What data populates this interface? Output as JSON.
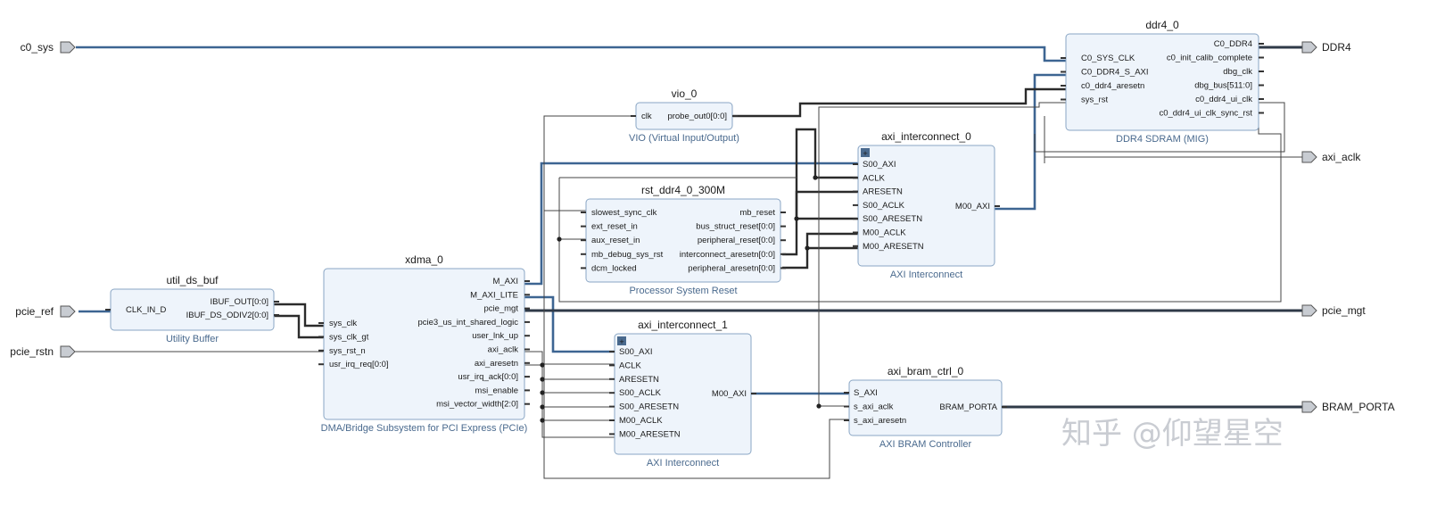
{
  "ports": [
    {
      "id": "c0_sys",
      "label": "c0_sys",
      "side": "in"
    },
    {
      "id": "pcie_ref",
      "label": "pcie_ref",
      "side": "in"
    },
    {
      "id": "pcie_rstn",
      "label": "pcie_rstn",
      "side": "in"
    },
    {
      "id": "DDR4",
      "label": "DDR4",
      "side": "out"
    },
    {
      "id": "axi_aclk",
      "label": "axi_aclk",
      "side": "out"
    },
    {
      "id": "pcie_mgt",
      "label": "pcie_mgt",
      "side": "out"
    },
    {
      "id": "BRAM_PORTA",
      "label": "BRAM_PORTA",
      "side": "out"
    }
  ],
  "blocks": [
    {
      "id": "ddr4_0",
      "title": "ddr4_0",
      "subtitle": "DDR4 SDRAM (MIG)",
      "left_pins": [
        "C0_SYS_CLK",
        "C0_DDR4_S_AXI",
        "c0_ddr4_aresetn",
        "sys_rst"
      ],
      "right_pins": [
        "C0_DDR4",
        "c0_init_calib_complete",
        "dbg_clk",
        "dbg_bus[511:0]",
        "c0_ddr4_ui_clk",
        "c0_ddr4_ui_clk_sync_rst"
      ]
    },
    {
      "id": "vio_0",
      "title": "vio_0",
      "subtitle": "VIO (Virtual Input/Output)",
      "left_pins": [
        "clk"
      ],
      "right_pins": [
        "probe_out0[0:0]"
      ]
    },
    {
      "id": "axi_interconnect_0",
      "title": "axi_interconnect_0",
      "subtitle": "AXI Interconnect",
      "left_pins": [
        "S00_AXI",
        "ACLK",
        "ARESETN",
        "S00_ACLK",
        "S00_ARESETN",
        "M00_ACLK",
        "M00_ARESETN"
      ],
      "right_pins": [
        "M00_AXI"
      ]
    },
    {
      "id": "rst_ddr4_0_300M",
      "title": "rst_ddr4_0_300M",
      "subtitle": "Processor System Reset",
      "left_pins": [
        "slowest_sync_clk",
        "ext_reset_in",
        "aux_reset_in",
        "mb_debug_sys_rst",
        "dcm_locked"
      ],
      "right_pins": [
        "mb_reset",
        "bus_struct_reset[0:0]",
        "peripheral_reset[0:0]",
        "interconnect_aresetn[0:0]",
        "peripheral_aresetn[0:0]"
      ]
    },
    {
      "id": "util_ds_buf",
      "title": "util_ds_buf",
      "subtitle": "Utility Buffer",
      "left_pins": [
        "CLK_IN_D"
      ],
      "right_pins": [
        "IBUF_OUT[0:0]",
        "IBUF_DS_ODIV2[0:0]"
      ]
    },
    {
      "id": "xdma_0",
      "title": "xdma_0",
      "subtitle": "DMA/Bridge Subsystem for PCI Express (PCIe)",
      "left_pins": [
        "sys_clk",
        "sys_clk_gt",
        "sys_rst_n",
        "usr_irq_req[0:0]"
      ],
      "right_pins": [
        "M_AXI",
        "M_AXI_LITE",
        "pcie_mgt",
        "pcie3_us_int_shared_logic",
        "user_lnk_up",
        "axi_aclk",
        "axi_aresetn",
        "usr_irq_ack[0:0]",
        "msi_enable",
        "msi_vector_width[2:0]"
      ]
    },
    {
      "id": "axi_interconnect_1",
      "title": "axi_interconnect_1",
      "subtitle": "AXI Interconnect",
      "left_pins": [
        "S00_AXI",
        "ACLK",
        "ARESETN",
        "S00_ACLK",
        "S00_ARESETN",
        "M00_ACLK",
        "M00_ARESETN"
      ],
      "right_pins": [
        "M00_AXI"
      ]
    },
    {
      "id": "axi_bram_ctrl_0",
      "title": "axi_bram_ctrl_0",
      "subtitle": "AXI BRAM Controller",
      "left_pins": [
        "S_AXI",
        "s_axi_aclk",
        "s_axi_aresetn"
      ],
      "right_pins": [
        "BRAM_PORTA"
      ]
    }
  ],
  "watermark": "知乎 @仰望星空",
  "colors": {
    "block_fill": "#eef4fb",
    "block_stroke": "#8aa6c4",
    "bus_wire": "#3d6592",
    "subtitle": "#4a6a8e",
    "port_fill": "#c8ccd2"
  }
}
